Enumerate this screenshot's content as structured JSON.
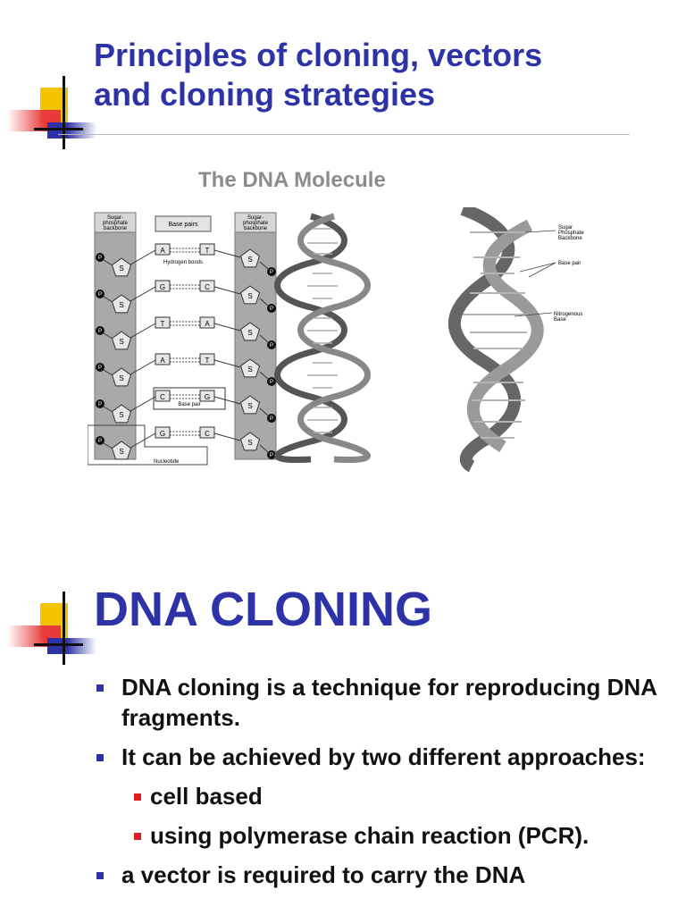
{
  "slide1": {
    "title_line1": "Principles of cloning, vectors",
    "title_line2": "and cloning strategies",
    "figure": {
      "caption": "The DNA Molecule",
      "left_panel": {
        "backbone_label": "Sugar-\nphosphate\nbackbone",
        "base_pairs_label": "Base pairs",
        "hydrogen_bonds_label": "Hydrogen bonds",
        "base_pair_label": "Base pair",
        "nucleotide_label": "Nucleotide",
        "sugar_letter": "S",
        "phosphate_letter": "P",
        "pairs": [
          {
            "left": "A",
            "right": "T"
          },
          {
            "left": "G",
            "right": "C"
          },
          {
            "left": "T",
            "right": "A"
          },
          {
            "left": "A",
            "right": "T"
          },
          {
            "left": "C",
            "right": "G"
          },
          {
            "left": "G",
            "right": "C"
          }
        ]
      },
      "right_panel": {
        "label_backbone": "Sugar\nPhosphate\nBackbone",
        "label_base_pair": "Base pair",
        "label_nitrogenous": "Nitrogenous\nBase"
      }
    }
  },
  "slide2": {
    "title": "DNA CLONING",
    "bullets": [
      {
        "level": 1,
        "text": "DNA cloning is a technique for reproducing DNA fragments."
      },
      {
        "level": 1,
        "text": "It can be achieved by two different approaches:"
      },
      {
        "level": 2,
        "text": "cell based"
      },
      {
        "level": 2,
        "text": "using polymerase chain reaction (PCR)."
      },
      {
        "level": 1,
        "text": "a vector is required to carry the DNA"
      }
    ]
  }
}
